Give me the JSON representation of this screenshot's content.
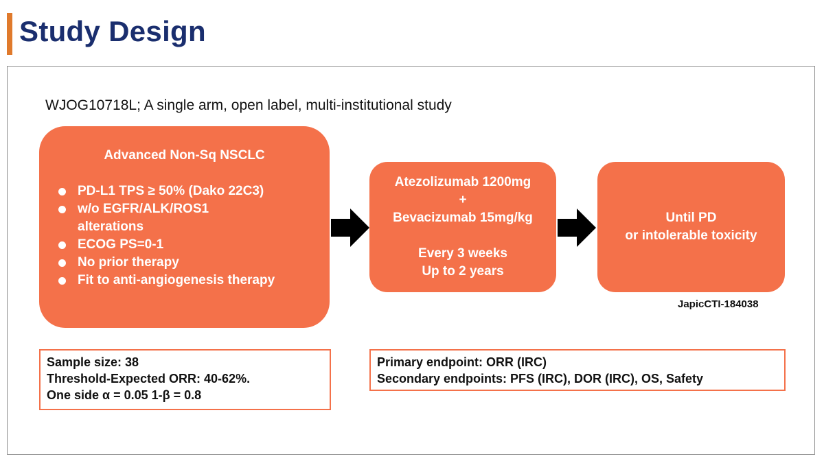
{
  "slide": {
    "title": "Study Design",
    "subtitle": "WJOG10718L; A single arm, open label, multi-institutional study",
    "registration_id": "JapicCTI-184038"
  },
  "population": {
    "title": "Advanced Non-Sq NSCLC",
    "criteria": [
      "PD-L1 TPS ≥ 50% (Dako 22C3)",
      "w/o EGFR/ALK/ROS1 alterations",
      "ECOG PS=0-1",
      "No prior therapy",
      "Fit to anti-angiogenesis therapy"
    ]
  },
  "treatment": {
    "drug1": "Atezolizumab 1200mg",
    "plus": "+",
    "drug2": "Bevacizumab 15mg/kg",
    "schedule1": "Every 3 weeks",
    "schedule2": "Up to 2 years"
  },
  "duration": {
    "line1": "Until PD",
    "line2": "or intolerable toxicity"
  },
  "statistics": {
    "sample_size": "Sample size: 38",
    "threshold": "Threshold-Expected ORR: 40-62%.",
    "power": "One side α = 0.05 1-β = 0.8"
  },
  "endpoints": {
    "primary": "Primary endpoint: ORR (IRC)",
    "secondary": "Secondary endpoints: PFS (IRC), DOR (IRC), OS, Safety"
  },
  "colors": {
    "box_fill": "#f4714a",
    "title_text": "#1a2e6e",
    "title_accent": "#e07a2c",
    "arrow": "#000000"
  }
}
